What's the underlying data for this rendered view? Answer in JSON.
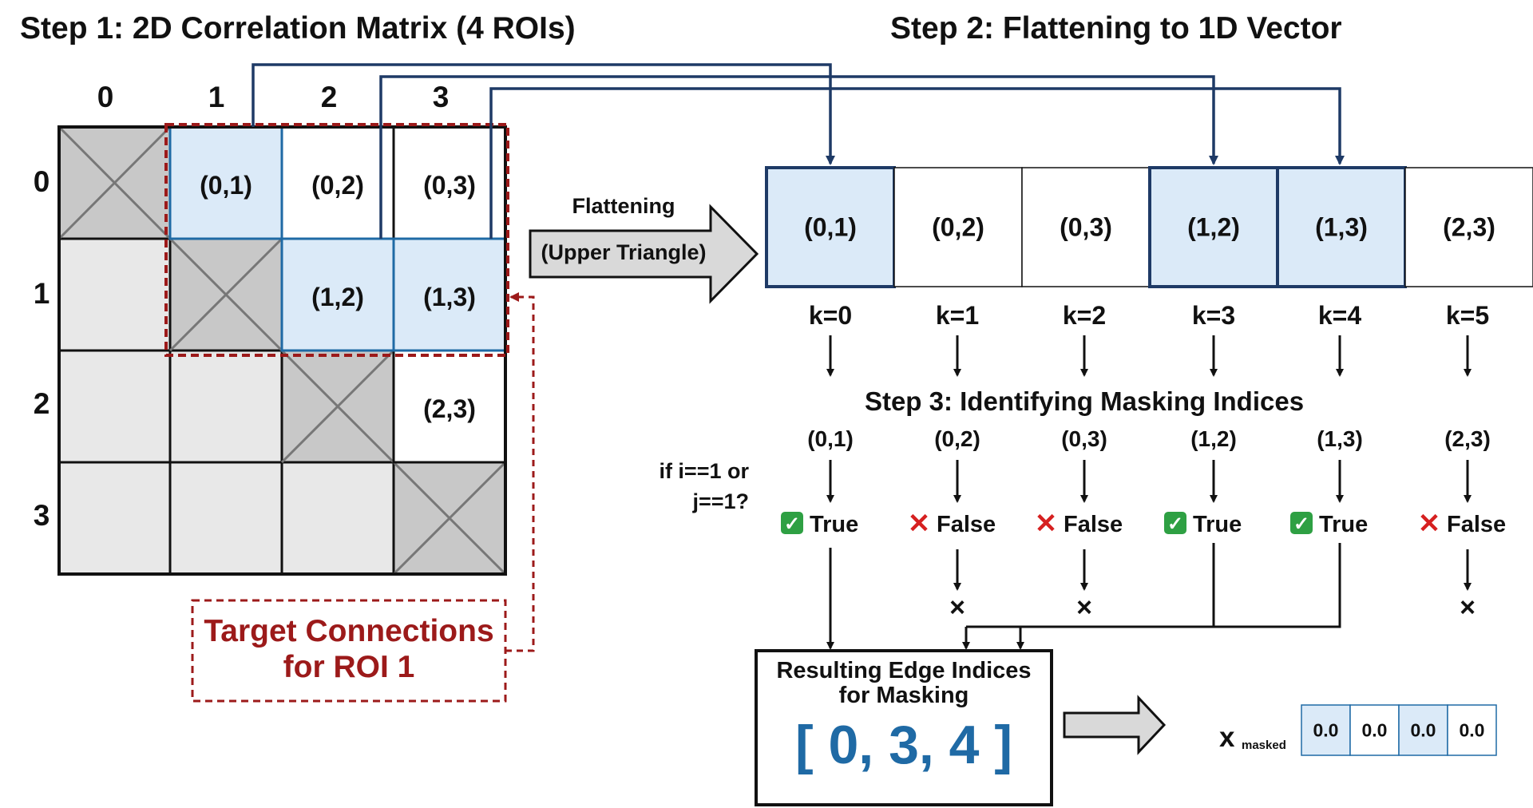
{
  "step1_title": "Step 1: 2D Correlation Matrix (4 ROIs)",
  "step2_title": "Step 2: Flattening to 1D Vector",
  "step3_title": "Step 3: Identifying Masking Indices",
  "matrix": {
    "col_headers": [
      "0",
      "1",
      "2",
      "3"
    ],
    "row_headers": [
      "0",
      "1",
      "2",
      "3"
    ],
    "cells": [
      {
        "row": 0,
        "col": 1,
        "label": "(0,1)",
        "target": true
      },
      {
        "row": 0,
        "col": 2,
        "label": "(0,2)",
        "target": false
      },
      {
        "row": 0,
        "col": 3,
        "label": "(0,3)",
        "target": false
      },
      {
        "row": 1,
        "col": 2,
        "label": "(1,2)",
        "target": true
      },
      {
        "row": 1,
        "col": 3,
        "label": "(1,3)",
        "target": true
      },
      {
        "row": 2,
        "col": 3,
        "label": "(2,3)",
        "target": false
      }
    ]
  },
  "target_box": {
    "line1": "Target Connections",
    "line2": "for ROI 1"
  },
  "flatten_arrow": {
    "line1": "Flattening",
    "line2": "(Upper Triangle)"
  },
  "vector": [
    {
      "label": "(0,1)",
      "k": "k=0",
      "result": "True",
      "masked": true
    },
    {
      "label": "(0,2)",
      "k": "k=1",
      "result": "False",
      "masked": false
    },
    {
      "label": "(0,3)",
      "k": "k=2",
      "result": "False",
      "masked": false
    },
    {
      "label": "(1,2)",
      "k": "k=3",
      "result": "True",
      "masked": true
    },
    {
      "label": "(1,3)",
      "k": "k=4",
      "result": "True",
      "masked": true
    },
    {
      "label": "(2,3)",
      "k": "k=5",
      "result": "False",
      "masked": false
    }
  ],
  "condition": {
    "line1": "if i==1 or",
    "line2": "j==1?"
  },
  "true_glyph": "✓",
  "false_glyph": "✕",
  "reject_glyph": "×",
  "result_box": {
    "line1": "Resulting Edge Indices",
    "line2": "for Masking",
    "indices": "[ 0, 3, 4 ]"
  },
  "x_masked": {
    "symbol": "x",
    "subscript": "masked",
    "values": [
      "0.0",
      "0.0",
      "0.0",
      "0.0"
    ]
  },
  "colors": {
    "highlight_fill": "#dbeaf8",
    "highlight_stroke": "#1f6aa5",
    "connector": "#1e3a66",
    "diag_gray": "#c8c8c8",
    "lower_gray": "#e8e8e8",
    "target_red": "#9c1a1a",
    "true_green": "#2ea043",
    "false_red": "#d62020",
    "arrow_gray": "#d9d9d9",
    "result_blue": "#1f6aa5"
  }
}
